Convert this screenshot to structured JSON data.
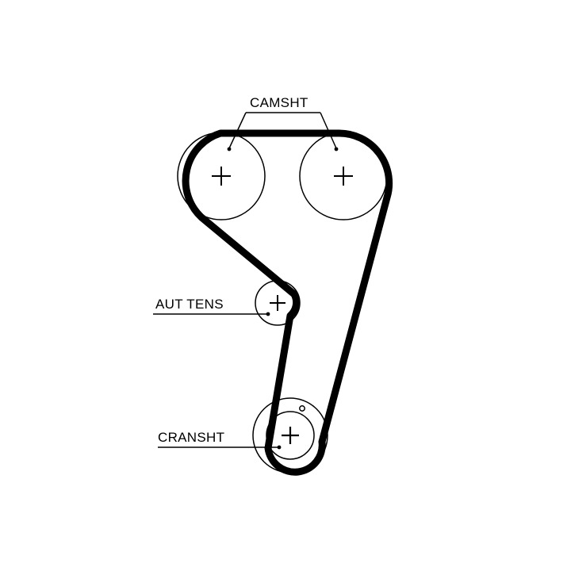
{
  "labels": {
    "camshaft": "CAMSHT",
    "tensioner": "AUT TENS",
    "crankshaft": "CRANSHT"
  },
  "colors": {
    "ink": "#000000",
    "background": "#ffffff"
  }
}
